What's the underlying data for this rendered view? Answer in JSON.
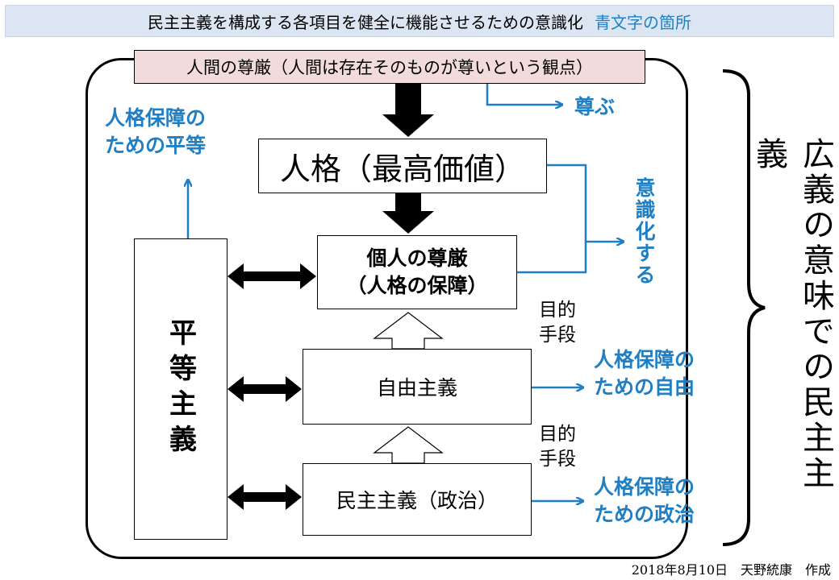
{
  "title": {
    "main": "民主主義を構成する各項目を健全に機能させるための意識化",
    "blue_note": "青文字の箇所"
  },
  "boxes": {
    "dignity_top": "人間の尊厳（人間は存在そのものが尊いという観点）",
    "personality": "人格（最高価値）",
    "individual_line1": "個人の尊厳",
    "individual_line2": "（人格の保障）",
    "liberalism": "自由主義",
    "democracy": "民主主義（政治）",
    "equality": "平等主義"
  },
  "labels": {
    "respect": "尊ぶ",
    "equality_purpose_line1": "人格保障の",
    "equality_purpose_line2": "ための平等",
    "become_conscious": "意識化する",
    "purpose1_line1": "目的",
    "purpose1_line2": "手段",
    "purpose2_line1": "目的",
    "purpose2_line2": "手段",
    "freedom_purpose_line1": "人格保障の",
    "freedom_purpose_line2": "ための自由",
    "politics_purpose_line1": "人格保障の",
    "politics_purpose_line2": "ための政治",
    "broad_democracy": "広義の意味での民主主義"
  },
  "footer": "2018年8月10日　天野統康　作成",
  "colors": {
    "blue": "#1f7fc4",
    "title_bg": "#dce6f2",
    "dignity_bg": "#f2dcdb"
  }
}
